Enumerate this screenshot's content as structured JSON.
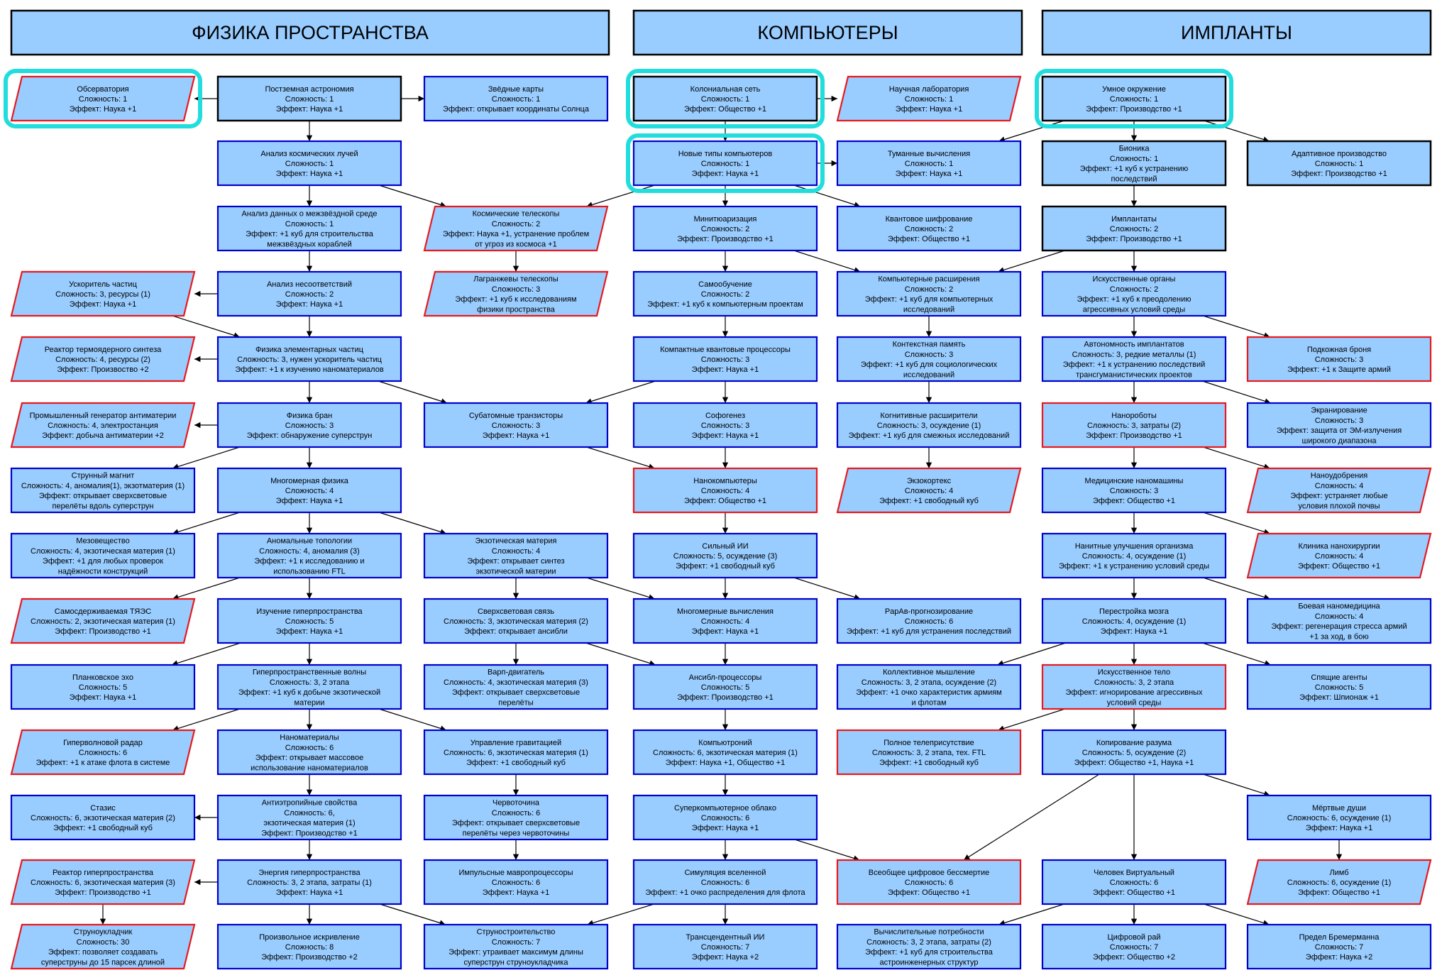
{
  "colors": {
    "fill": "#99ccff",
    "border_blue": "#0000cc",
    "border_red": "#e8181e",
    "border_black": "#000000",
    "highlight": "#22dddd",
    "edge": "#000000"
  },
  "headers": [
    {
      "id": "h1",
      "label": "ФИЗИКА ПРОСТРАНСТВА"
    },
    {
      "id": "h2",
      "label": "КОМПЬЮТЕРЫ"
    },
    {
      "id": "h3",
      "label": "ИМПЛАНТЫ"
    }
  ],
  "nodes": [
    {
      "id": "p01",
      "shape": "para",
      "border": "red",
      "highlight": true,
      "lines": [
        "Обсерватория",
        "Сложность: 1",
        "Эффект: Наука +1"
      ]
    },
    {
      "id": "p02",
      "shape": "rect",
      "border": "black",
      "lines": [
        "Постземная астрономия",
        "Сложность: 1",
        "Эффект: Наука +1"
      ]
    },
    {
      "id": "p03",
      "shape": "rect",
      "border": "blue",
      "lines": [
        "Звёдные карты",
        "Сложность: 1",
        "Эффект: открывает координаты Солнца"
      ]
    },
    {
      "id": "p04",
      "shape": "rect",
      "border": "blue",
      "lines": [
        "Анализ космических лучей",
        "Сложность: 1",
        "Эффект: Наука +1"
      ]
    },
    {
      "id": "p05",
      "shape": "rect",
      "border": "blue",
      "lines": [
        "Анализ данных о межзвёздной среде",
        "Сложность: 1",
        "Эффект: +1 куб для строительства",
        "межзвёздных кораблей"
      ]
    },
    {
      "id": "p06",
      "shape": "para",
      "border": "red",
      "lines": [
        "Космические телескопы",
        "Сложность: 2",
        "Эффект: Наука +1, устранение проблем",
        "от угроз из космоса +1"
      ]
    },
    {
      "id": "p07",
      "shape": "para",
      "border": "red",
      "lines": [
        "Ускоритель частиц",
        "Сложность: 3, ресурсы (1)",
        "Эффект: Наука +1"
      ]
    },
    {
      "id": "p08",
      "shape": "rect",
      "border": "blue",
      "lines": [
        "Анализ несоответствий",
        "Сложность: 2",
        "Эффект: Наука +1"
      ]
    },
    {
      "id": "p09",
      "shape": "para",
      "border": "red",
      "lines": [
        "Лагранжевы телескопы",
        "Сложность: 3",
        "Эффект: +1 куб к исследованиям",
        "физики пространства"
      ]
    },
    {
      "id": "p10",
      "shape": "para",
      "border": "red",
      "lines": [
        "Реактор термоядерного синтеза",
        "Сложность: 4, ресурсы (2)",
        "Эффект: Произвоство +2"
      ]
    },
    {
      "id": "p11",
      "shape": "rect",
      "border": "blue",
      "lines": [
        "Физика элементарных частиц",
        "Сложность: 3, нужен ускоритель частиц",
        "Эффект: +1 к изучению наноматериалов"
      ]
    },
    {
      "id": "p12",
      "shape": "para",
      "border": "red",
      "lines": [
        "Промышленный генератор антиматерии",
        "Сложность: 4, электростанция",
        "Эффект: добыча антиматерии +2"
      ]
    },
    {
      "id": "p13",
      "shape": "rect",
      "border": "blue",
      "lines": [
        "Физика бран",
        "Сложность: 3",
        "Эффект: обнаружение суперструн"
      ]
    },
    {
      "id": "p14",
      "shape": "rect",
      "border": "blue",
      "lines": [
        "Субатомные транзисторы",
        "Сложность: 3",
        "Эффект: Наука +1"
      ]
    },
    {
      "id": "p15",
      "shape": "rect",
      "border": "blue",
      "lines": [
        "Струнный магнит",
        "Сложность: 4, аномалия(1), экзотматерия (1)",
        "Эффект: открывает сверхсветовые",
        "перелёты вдоль суперструн"
      ]
    },
    {
      "id": "p16",
      "shape": "rect",
      "border": "blue",
      "lines": [
        "Многомерная физика",
        "Сложность: 4",
        "Эффект: Наука +1"
      ]
    },
    {
      "id": "p17",
      "shape": "rect",
      "border": "blue",
      "lines": [
        "Мезовещество",
        "Сложность: 4, экзотическая материя (1)",
        "Эффект: +1 для любых проверок",
        "надёжности конструкций"
      ]
    },
    {
      "id": "p18",
      "shape": "rect",
      "border": "blue",
      "lines": [
        "Аномальные топологии",
        "Сложность: 4, аномалия (3)",
        "Эффект: +1 к исследованию и",
        "использованию FTL"
      ]
    },
    {
      "id": "p19",
      "shape": "rect",
      "border": "blue",
      "lines": [
        "Экзотическая материя",
        "Сложность: 4",
        "Эффект: открывает синтез",
        "экзотической материи"
      ]
    },
    {
      "id": "p20",
      "shape": "para",
      "border": "red",
      "lines": [
        "Самосдерживаемая ТЯЭС",
        "Сложность: 2, экзотическая материя (1)",
        "Эффект: Производство +1"
      ]
    },
    {
      "id": "p21",
      "shape": "rect",
      "border": "blue",
      "lines": [
        "Изучение гиперпространства",
        "Сложность: 5",
        "Эффект: Наука +1"
      ]
    },
    {
      "id": "p22",
      "shape": "rect",
      "border": "blue",
      "lines": [
        "Сверхсветовая связь",
        "Сложность: 3, экзотическая материя (2)",
        "Эффект: открывает ансибли"
      ]
    },
    {
      "id": "p23",
      "shape": "rect",
      "border": "blue",
      "lines": [
        "Планковское эхо",
        "Сложность: 5",
        "Эффект: Наука +1"
      ]
    },
    {
      "id": "p24",
      "shape": "rect",
      "border": "blue",
      "lines": [
        "Гиперпространственные волны",
        "Сложность: 3, 2 этапа",
        "Эффект: +1 куб к добыче экзотической",
        "материи"
      ]
    },
    {
      "id": "p25",
      "shape": "rect",
      "border": "blue",
      "lines": [
        "Варп-двигатель",
        "Сложность: 4, экзотическая материя (3)",
        "Эффект: открывает сверхсветовые",
        "перелёты"
      ]
    },
    {
      "id": "p26",
      "shape": "para",
      "border": "red",
      "lines": [
        "Гиперволновой радар",
        "Сложность: 6",
        "Эффект: +1 к атаке флота в системе"
      ]
    },
    {
      "id": "p27",
      "shape": "rect",
      "border": "blue",
      "lines": [
        "Наноматериалы",
        "Сложность: 6",
        "Эффект: открывает массовое",
        "использование наноматериалов"
      ]
    },
    {
      "id": "p28",
      "shape": "rect",
      "border": "blue",
      "lines": [
        "Управление гравитацией",
        "Сложность: 6, экзотическая материя (1)",
        "Эффект: +1 свободный куб"
      ]
    },
    {
      "id": "p29",
      "shape": "rect",
      "border": "blue",
      "lines": [
        "Стазис",
        "Сложность: 6, экзотическая материя (2)",
        "Эффект: +1 свободный куб"
      ]
    },
    {
      "id": "p30",
      "shape": "rect",
      "border": "blue",
      "lines": [
        "Антиэтропийные свойства",
        "Сложность: 6,",
        "экзотическая материя (1)",
        "Эффект: Производство +1"
      ]
    },
    {
      "id": "p31",
      "shape": "rect",
      "border": "blue",
      "lines": [
        "Червоточина",
        "Сложность: 6",
        "Эффект: открывает сверхсветовые",
        "перелёты через червоточины"
      ]
    },
    {
      "id": "p32",
      "shape": "para",
      "border": "red",
      "lines": [
        "Реактор гиперпространства",
        "Сложность: 6, экзотическая материя (3)",
        "Эффект: Производство +1"
      ]
    },
    {
      "id": "p33",
      "shape": "rect",
      "border": "blue",
      "lines": [
        "Энергия гиперпространства",
        "Сложность: 3, 2 этапа, затраты (1)",
        "Эффект: Наука +1"
      ]
    },
    {
      "id": "p34",
      "shape": "rect",
      "border": "blue",
      "lines": [
        "Импульсные мавропроцессоры",
        "Сложность: 6",
        "Эффект: Наука +1"
      ]
    },
    {
      "id": "p35",
      "shape": "para",
      "border": "red",
      "lines": [
        "Струноукладчик",
        "Сложность: 30",
        "Эффект: позволяет создавать",
        "суперструны до 15 парсек длиной"
      ]
    },
    {
      "id": "p36",
      "shape": "rect",
      "border": "blue",
      "lines": [
        "Произвольное искривление",
        "Сложность: 8",
        "Эффект: Производство +2"
      ]
    },
    {
      "id": "p37",
      "shape": "rect",
      "border": "blue",
      "lines": [
        "Струностроительство",
        "Сложность: 7",
        "Эффект: утраивает максимум длины",
        "суперструн струноукладчика"
      ]
    },
    {
      "id": "c01",
      "shape": "rect",
      "border": "black",
      "highlight": true,
      "lines": [
        "Колониальная сеть",
        "Сложность: 1",
        "Эффект: Общество +1"
      ]
    },
    {
      "id": "c02",
      "shape": "para",
      "border": "red",
      "lines": [
        "Научная лаборатория",
        "Сложность: 1",
        "Эффект: Наука +1"
      ]
    },
    {
      "id": "c03",
      "shape": "rect",
      "border": "blue",
      "highlight": true,
      "lines": [
        "Новые типы компьютеров",
        "Сложность: 1",
        "Эффект: Наука +1"
      ]
    },
    {
      "id": "c04",
      "shape": "rect",
      "border": "blue",
      "lines": [
        "Туманные вычисления",
        "Сложность: 1",
        "Эффект: Наука +1"
      ]
    },
    {
      "id": "c05",
      "shape": "rect",
      "border": "blue",
      "lines": [
        "Минитюаризация",
        "Сложность: 2",
        "Эффект: Производство +1"
      ]
    },
    {
      "id": "c06",
      "shape": "rect",
      "border": "blue",
      "lines": [
        "Квантовое шифрование",
        "Сложность: 2",
        "Эффект: Общество +1"
      ]
    },
    {
      "id": "c07",
      "shape": "rect",
      "border": "blue",
      "lines": [
        "Самообучение",
        "Сложность: 2",
        "Эффект: +1 куб к компьютерным проектам"
      ]
    },
    {
      "id": "c08",
      "shape": "rect",
      "border": "blue",
      "lines": [
        "Компьютерные расширения",
        "Сложность: 2",
        "Эффект: +1 куб для компьютерных",
        "исследований"
      ]
    },
    {
      "id": "c09",
      "shape": "rect",
      "border": "blue",
      "lines": [
        "Компактные квантовые процессоры",
        "Сложность: 3",
        "Эффект: Наука +1"
      ]
    },
    {
      "id": "c10",
      "shape": "rect",
      "border": "blue",
      "lines": [
        "Контекстная память",
        "Сложность: 3",
        "Эффект: +1 куб для социологических",
        "исследований"
      ]
    },
    {
      "id": "c11",
      "shape": "rect",
      "border": "blue",
      "lines": [
        "Софогенез",
        "Сложность: 3",
        "Эффект: Наука +1"
      ]
    },
    {
      "id": "c12",
      "shape": "rect",
      "border": "blue",
      "lines": [
        "Когнитивные расширители",
        "Сложность: 3, осуждение (1)",
        "Эффект: +1 куб для смежных исследований"
      ]
    },
    {
      "id": "c13",
      "shape": "rect",
      "border": "red",
      "lines": [
        "Нанокомпьютеры",
        "Сложность: 4",
        "Эффект: Общество +1"
      ]
    },
    {
      "id": "c14",
      "shape": "para",
      "border": "red",
      "lines": [
        "Экзокортекс",
        "Сложность: 4",
        "Эффект: +1 свободный куб"
      ]
    },
    {
      "id": "c15",
      "shape": "rect",
      "border": "blue",
      "lines": [
        "Сильный ИИ",
        "Сложность: 5, осуждение (3)",
        "Эффект: +1 свободный куб"
      ]
    },
    {
      "id": "c16",
      "shape": "rect",
      "border": "blue",
      "lines": [
        "Многомерные вычисления",
        "Сложность: 4",
        "Эффект: Наука +1"
      ]
    },
    {
      "id": "c17",
      "shape": "rect",
      "border": "blue",
      "lines": [
        "PapAв-прогнозирование",
        "Сложность: 6",
        "Эффект: +1 куб для устранения последствий"
      ]
    },
    {
      "id": "c18",
      "shape": "rect",
      "border": "blue",
      "lines": [
        "Ансибл-процессоры",
        "Сложность: 5",
        "Эффект: Производство +1"
      ]
    },
    {
      "id": "c19",
      "shape": "rect",
      "border": "blue",
      "lines": [
        "Коллективное мышление",
        "Сложность: 3, 2 этапа, осуждение (2)",
        "Эффект: +1 очко характеристик армиям",
        "и флотам"
      ]
    },
    {
      "id": "c20",
      "shape": "rect",
      "border": "blue",
      "lines": [
        "Компьютроний",
        "Сложность: 6, экзотическая материя (1)",
        "Эффект: Наука +1, Общество +1"
      ]
    },
    {
      "id": "c21",
      "shape": "rect",
      "border": "red",
      "lines": [
        "Полное телеприсутствие",
        "Сложность: 3, 2 этапа, тех. FTL",
        "Эффект: +1 свободный куб"
      ]
    },
    {
      "id": "c22",
      "shape": "rect",
      "border": "blue",
      "lines": [
        "Суперкомпьютерное облако",
        "Сложность: 6",
        "Эффект: Наука +1"
      ]
    },
    {
      "id": "c23",
      "shape": "rect",
      "border": "blue",
      "lines": [
        "Симуляция вселенной",
        "Сложность: 6",
        "Эффект: +1 очко распределения для флота"
      ]
    },
    {
      "id": "c24",
      "shape": "rect",
      "border": "red",
      "lines": [
        "Всеобщее цифровое бессмертие",
        "Сложность: 6",
        "Эффект: Общество +1"
      ]
    },
    {
      "id": "c25",
      "shape": "rect",
      "border": "blue",
      "lines": [
        "Трансцендентный ИИ",
        "Сложность: 7",
        "Эффект: Наука +2"
      ]
    },
    {
      "id": "c26",
      "shape": "rect",
      "border": "blue",
      "lines": [
        "Вычислительные потребности",
        "Сложность: 3, 2 этапа, затраты (2)",
        "Эффект: +1 куб для строительства",
        "астроинженерных структур"
      ]
    },
    {
      "id": "i01",
      "shape": "rect",
      "border": "black",
      "highlight": true,
      "lines": [
        "Умное окружение",
        "Сложность: 1",
        "Эффект: Производство +1"
      ]
    },
    {
      "id": "i02",
      "shape": "rect",
      "border": "black",
      "lines": [
        "Бионика",
        "Сложность: 1",
        "Эффект: +1 куб к устранению",
        "последствий"
      ]
    },
    {
      "id": "i03",
      "shape": "rect",
      "border": "black",
      "lines": [
        "Адаптивное производство",
        "Сложность: 1",
        "Эффект: Производство +1"
      ]
    },
    {
      "id": "i04",
      "shape": "rect",
      "border": "black",
      "lines": [
        "Имплантаты",
        "Сложность: 2",
        "Эффект: Производство +1"
      ]
    },
    {
      "id": "i05",
      "shape": "rect",
      "border": "blue",
      "lines": [
        "Искусственные органы",
        "Сложность: 2",
        "Эффект: +1 куб к преодолению",
        "агрессивных условий среды"
      ]
    },
    {
      "id": "i06",
      "shape": "rect",
      "border": "blue",
      "lines": [
        "Автономность имплантатов",
        "Сложность: 3, редкие металлы (1)",
        "Эффект: +1 к устранению последствий",
        "трансгуманистических проектов"
      ]
    },
    {
      "id": "i07",
      "shape": "rect",
      "border": "red",
      "lines": [
        "Подкожная броня",
        "Сложность: 3",
        "Эффект: +1 к Защите армий"
      ]
    },
    {
      "id": "i08",
      "shape": "rect",
      "border": "red",
      "lines": [
        "Нанороботы",
        "Сложность: 3, затраты (2)",
        "Эффект: Производство +1"
      ]
    },
    {
      "id": "i09",
      "shape": "rect",
      "border": "blue",
      "lines": [
        "Экранирование",
        "Сложность: 3",
        "Эффект: защита от ЭМ-излучения",
        "широкого диапазона"
      ]
    },
    {
      "id": "i10",
      "shape": "rect",
      "border": "blue",
      "lines": [
        "Медицинские наномашины",
        "Сложность: 3",
        "Эффект: Общество +1"
      ]
    },
    {
      "id": "i11",
      "shape": "para",
      "border": "red",
      "lines": [
        "Наноудобрения",
        "Сложность: 4",
        "Эффект: устраняет любые",
        "условия плохой почвы"
      ]
    },
    {
      "id": "i12",
      "shape": "rect",
      "border": "blue",
      "lines": [
        "Нанитные улучшения организма",
        "Сложность: 4, осуждение (1)",
        "Эффект: +1 к устранению условий среды"
      ]
    },
    {
      "id": "i13",
      "shape": "para",
      "border": "red",
      "lines": [
        "Клиника нанохирургии",
        "Сложность: 4",
        "Эффект: Общество +1"
      ]
    },
    {
      "id": "i14",
      "shape": "rect",
      "border": "blue",
      "lines": [
        "Перестройка мозга",
        "Сложность: 4, осуждение (1)",
        "Эффект: Наука +1"
      ]
    },
    {
      "id": "i15",
      "shape": "rect",
      "border": "blue",
      "lines": [
        "Боевая наномедицина",
        "Сложность: 4",
        "Эффект: регенерация стресса армий",
        "+1 за ход, в бою"
      ]
    },
    {
      "id": "i16",
      "shape": "rect",
      "border": "red",
      "lines": [
        "Искусственное тело",
        "Сложность: 3, 2 этапа",
        "Эффект: игнорирование агрессивных",
        "условий среды"
      ]
    },
    {
      "id": "i17",
      "shape": "rect",
      "border": "blue",
      "lines": [
        "Спящие агенты",
        "Сложность: 5",
        "Эффект: Шпионаж +1"
      ]
    },
    {
      "id": "i18",
      "shape": "rect",
      "border": "blue",
      "lines": [
        "Копирование разума",
        "Сложность: 5, осуждение (2)",
        "Эффект: Общество +1, Наука +1"
      ]
    },
    {
      "id": "i19",
      "shape": "rect",
      "border": "blue",
      "lines": [
        "Мёртвые души",
        "Сложность: 6, осуждение (1)",
        "Эффект: Наука +1"
      ]
    },
    {
      "id": "i20",
      "shape": "rect",
      "border": "blue",
      "lines": [
        "Человек Виртуальный",
        "Сложность: 6",
        "Эффект: Общество +1"
      ]
    },
    {
      "id": "i21",
      "shape": "para",
      "border": "red",
      "lines": [
        "Лимб",
        "Сложность: 6, осуждение (1)",
        "Эффект: Общество +1"
      ]
    },
    {
      "id": "i22",
      "shape": "rect",
      "border": "blue",
      "lines": [
        "Цифровой рай",
        "Сложность: 7",
        "Эффект: Общество +2"
      ]
    },
    {
      "id": "i23",
      "shape": "rect",
      "border": "blue",
      "lines": [
        "Предел Бремерманна",
        "Сложность: 7",
        "Эффект: Наука +2"
      ]
    }
  ]
}
